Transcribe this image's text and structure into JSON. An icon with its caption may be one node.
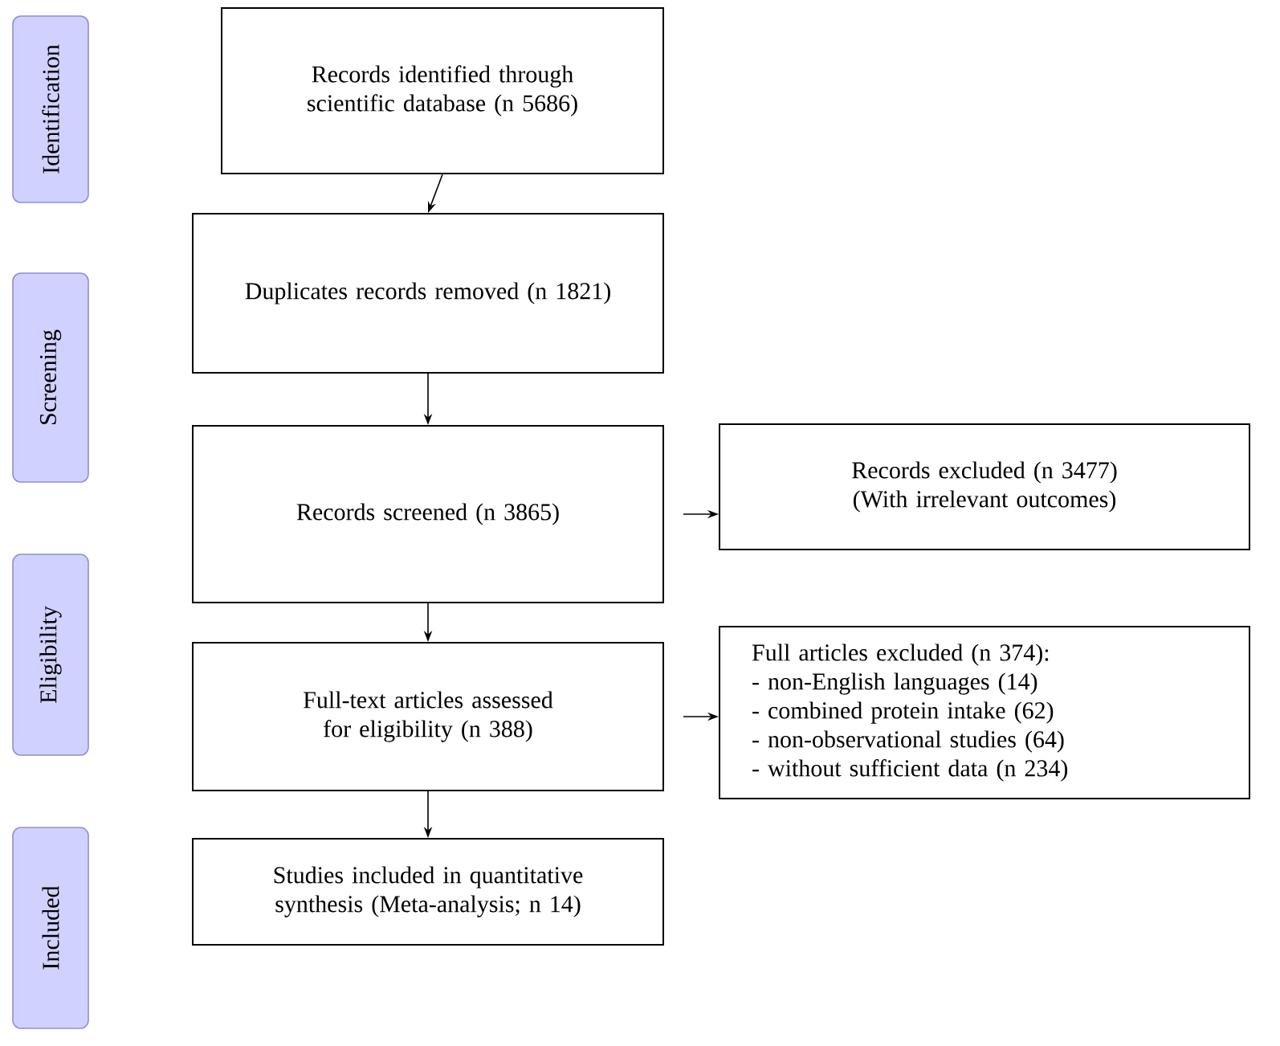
{
  "diagram": {
    "nodes": [
      {
        "text": [
          "Identification"
        ]
      },
      {
        "text": [
          "Screening"
        ]
      },
      {
        "text": [
          "Eligibility"
        ]
      },
      {
        "text": [
          "Included"
        ]
      },
      {
        "text": [
          "Records identified through scientific database (n 5686)"
        ]
      },
      {
        "text": [
          "Duplicates records removed (n 1821)"
        ]
      },
      {
        "text": [
          "Records screened (n 3865)"
        ]
      },
      {
        "text": [
          "Records excluded (n 3477)",
          "(With irrelevant outcomes)"
        ]
      },
      {
        "text": [
          "Full-text articles assessed for eligibility (n 388)"
        ]
      },
      {
        "text": [
          "Full articles excluded (n 374):",
          "- non-English languages    (14)",
          "- combined protein intake (62)",
          "- non-observational studies (64)",
          "- without sufficient data (n 234)"
        ]
      },
      {
        "text": [
          "Studies included in quantitative synthesis (Meta-analysis; n 14)"
        ]
      }
    ],
    "edges": [
      {
        "from": 4,
        "to": 5,
        "arrow": "to"
      },
      {
        "from": 5,
        "to": 6,
        "arrow": "to"
      },
      {
        "from": 6,
        "to": 7,
        "arrow": "to"
      },
      {
        "from": 6,
        "to": 8,
        "arrow": "to"
      },
      {
        "from": 8,
        "to": 9,
        "arrow": "to"
      },
      {
        "from": 8,
        "to": 10,
        "arrow": "to"
      }
    ]
  }
}
